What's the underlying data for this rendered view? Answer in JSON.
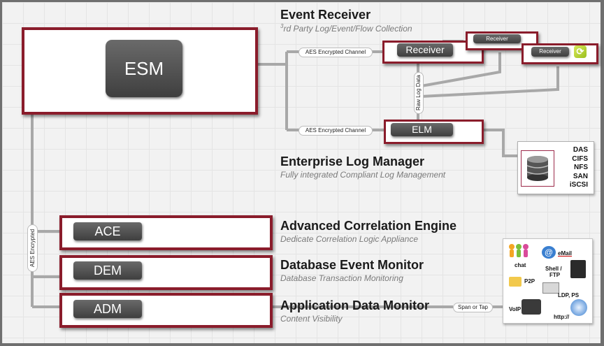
{
  "esm": {
    "label": "ESM"
  },
  "event_receiver": {
    "title": "Event Receiver",
    "subtitle_sup": "3",
    "subtitle": "rd Party Log/Event/Flow Collection",
    "receiver_main": "Receiver",
    "receiver_small_1": "Receiver",
    "receiver_small_2": "Receiver",
    "channel_label": "AES  Encrypted  Channel",
    "raw_log": "Raw Log Data"
  },
  "elm": {
    "label": "ELM",
    "title": "Enterprise Log Manager",
    "subtitle": "Fully integrated Compliant Log Management",
    "channel_label": "AES  Encrypted  Channel",
    "storage_types": [
      "DAS",
      "CIFS",
      "NFS",
      "SAN",
      "iSCSI"
    ]
  },
  "aes_encrypted": "AES  Encrypted",
  "ace": {
    "label": "ACE",
    "title": "Advanced Correlation Engine",
    "subtitle": "Dedicate Correlation Logic Appliance"
  },
  "dem": {
    "label": "DEM",
    "title": "Database Event Monitor",
    "subtitle": "Database Transaction Monitoring"
  },
  "adm": {
    "label": "ADM",
    "title": "Application Data Monitor",
    "subtitle": "Content Visibility"
  },
  "span_tap": "Span  or  Tap",
  "app_protocols": {
    "chat": "chat",
    "email": "eMail",
    "shell": "Shell /",
    "ftp": "FTP",
    "p2p": "P2P",
    "ldp": "LDP, PS",
    "voip": "VoIP",
    "http": "http://"
  },
  "colors": {
    "frame": "#8a1c2b",
    "connector": "#a8a8a8",
    "button": "#555555"
  }
}
